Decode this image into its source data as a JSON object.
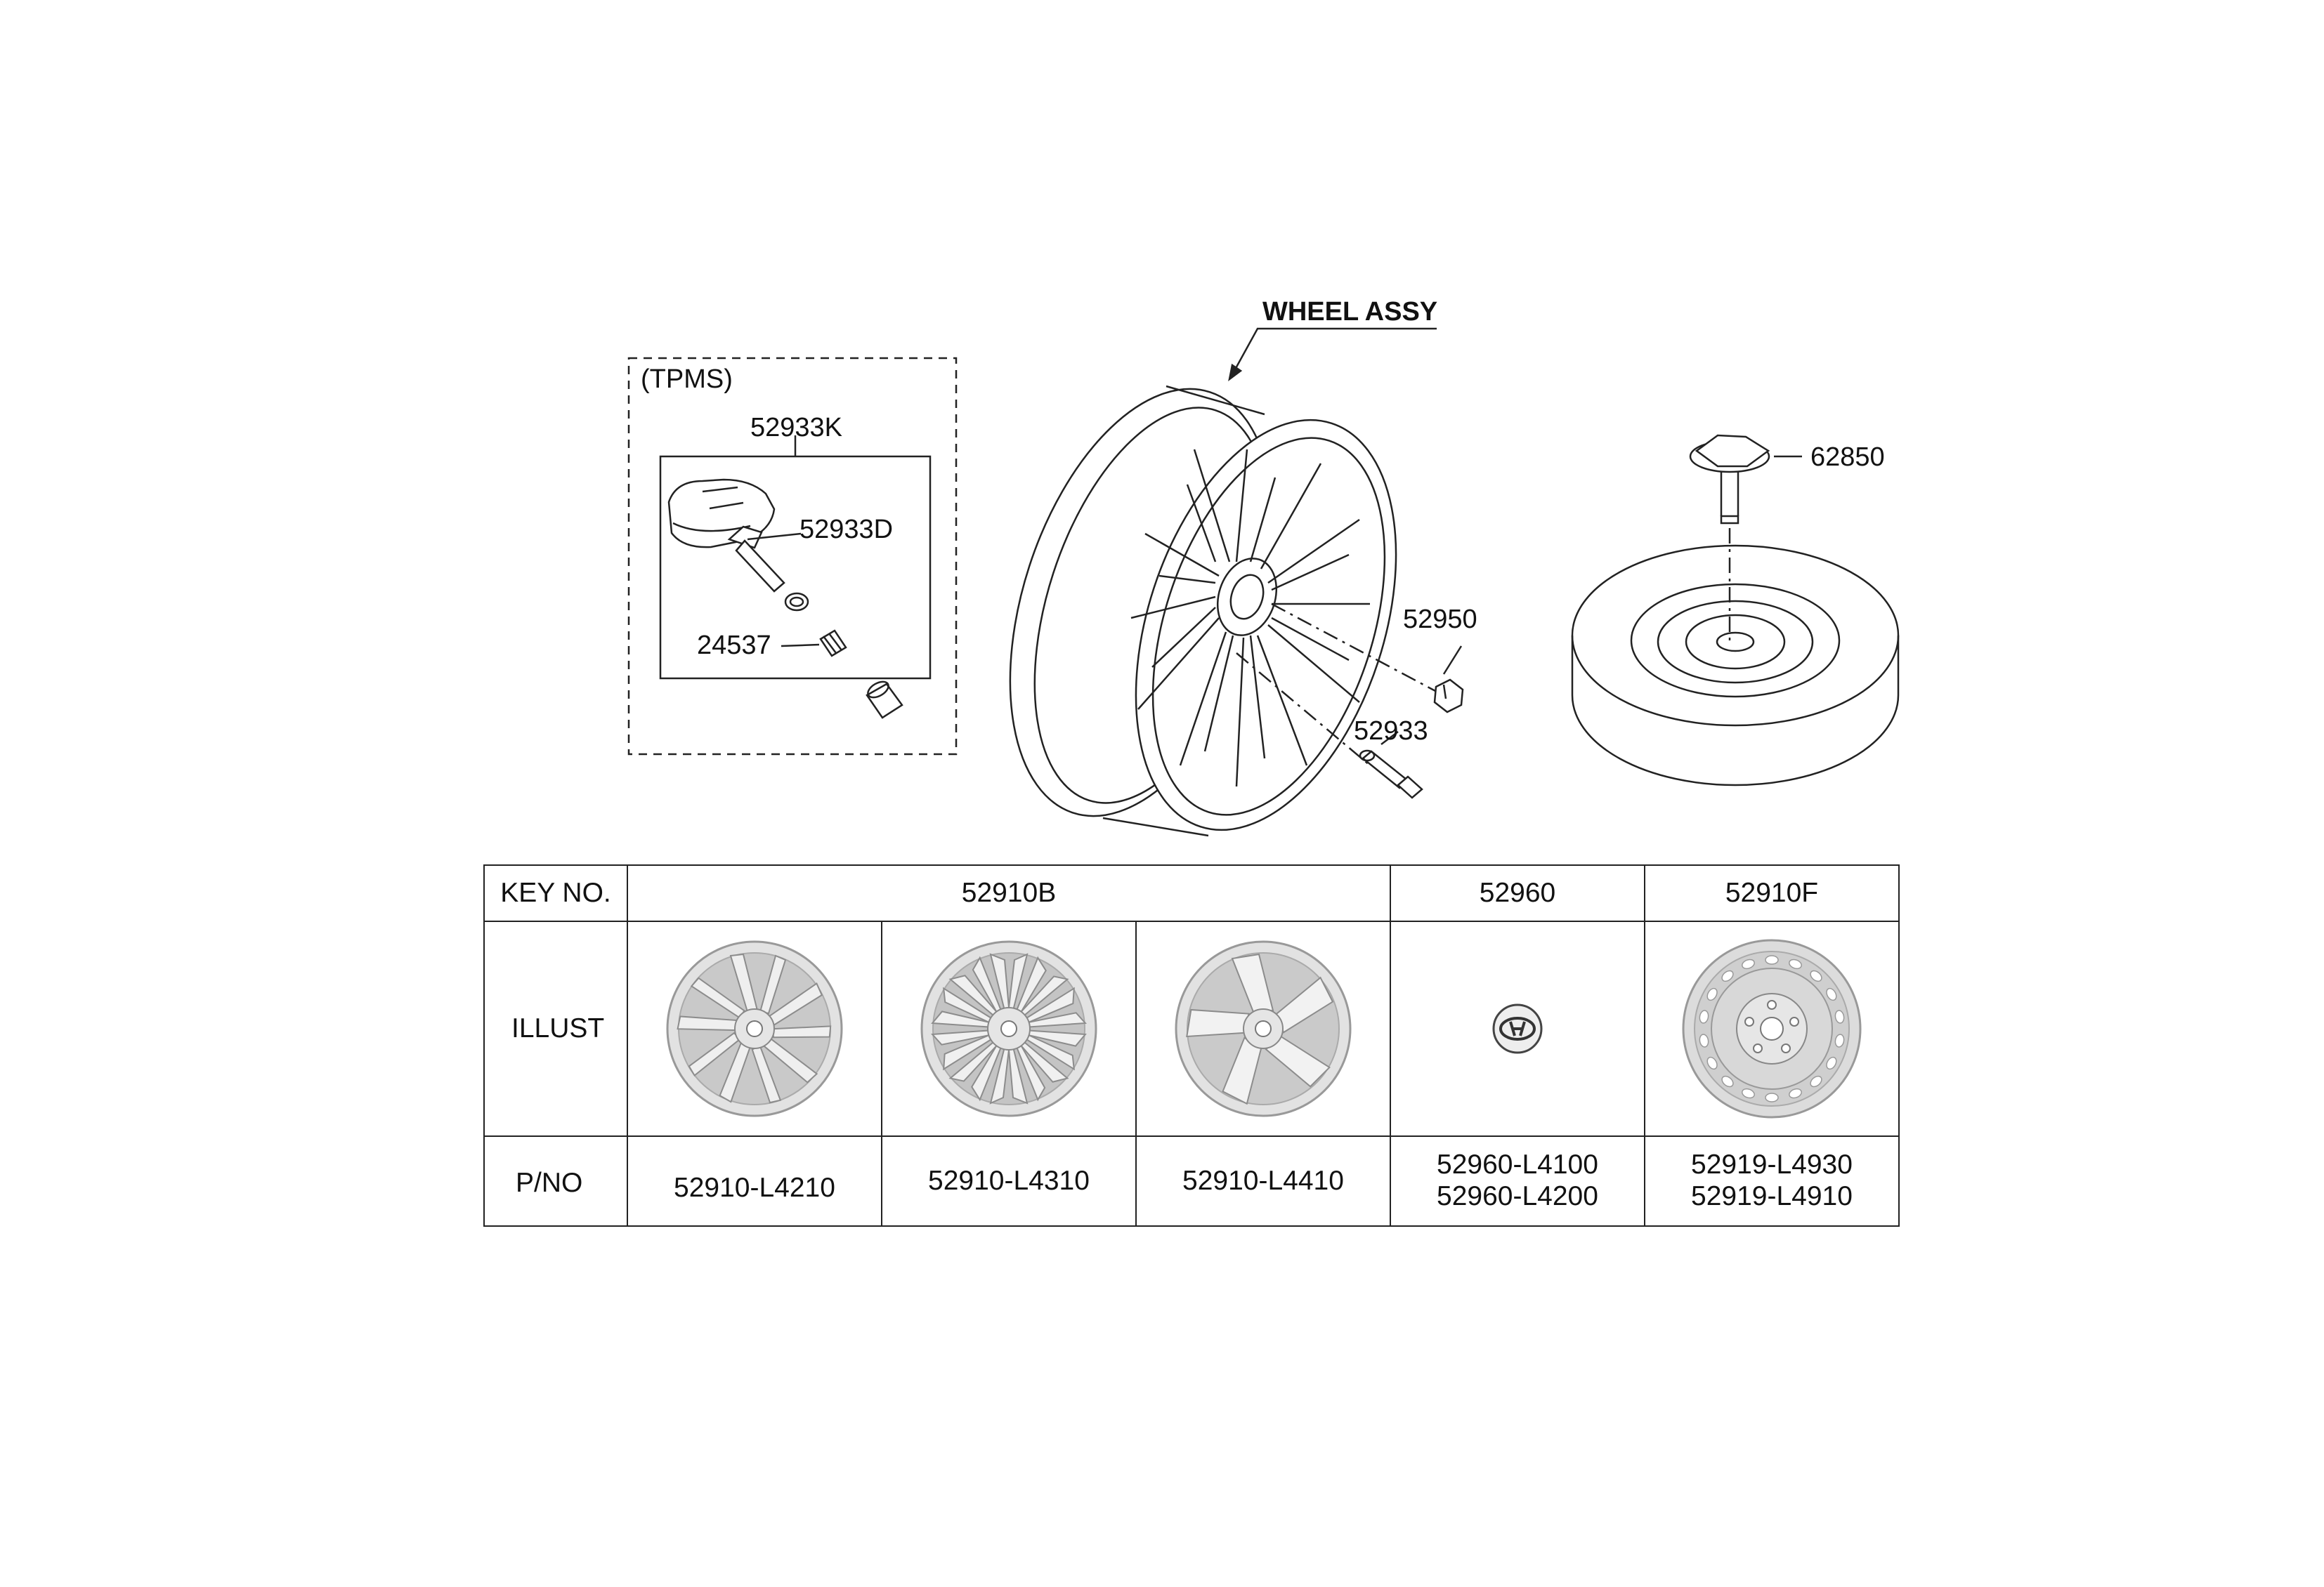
{
  "labels": {
    "wheel_assy": "WHEEL ASSY",
    "tpms": "(TPMS)",
    "tpms_kit": "52933K",
    "tpms_valve": "52933D",
    "tpms_part": "24537",
    "lug_nut": "52950",
    "valve": "52933",
    "spare_holder": "62850"
  },
  "table": {
    "header": {
      "key_no": "KEY NO.",
      "group_52910b": "52910B",
      "group_52960": "52960",
      "group_52910f": "52910F"
    },
    "row_labels": {
      "illust": "ILLUST",
      "pno": "P/NO"
    },
    "part_numbers": [
      [
        "52910-L4210"
      ],
      [
        "52910-L4310"
      ],
      [
        "52910-L4410"
      ],
      [
        "52960-L4100",
        "52960-L4200"
      ],
      [
        "52919-L4930",
        "52919-L4910"
      ]
    ],
    "illustrations": [
      {
        "icon": "alloy-wheel-twin-spoke-icon"
      },
      {
        "icon": "alloy-wheel-multi-spoke-icon"
      },
      {
        "icon": "alloy-wheel-five-spoke-icon"
      },
      {
        "icon": "hyundai-center-cap-icon"
      },
      {
        "icon": "steel-spare-wheel-icon"
      }
    ]
  },
  "colors": {
    "line": "#222222",
    "rim_fill": "#d4d4d4",
    "rim_dark": "#9a9a9a"
  }
}
